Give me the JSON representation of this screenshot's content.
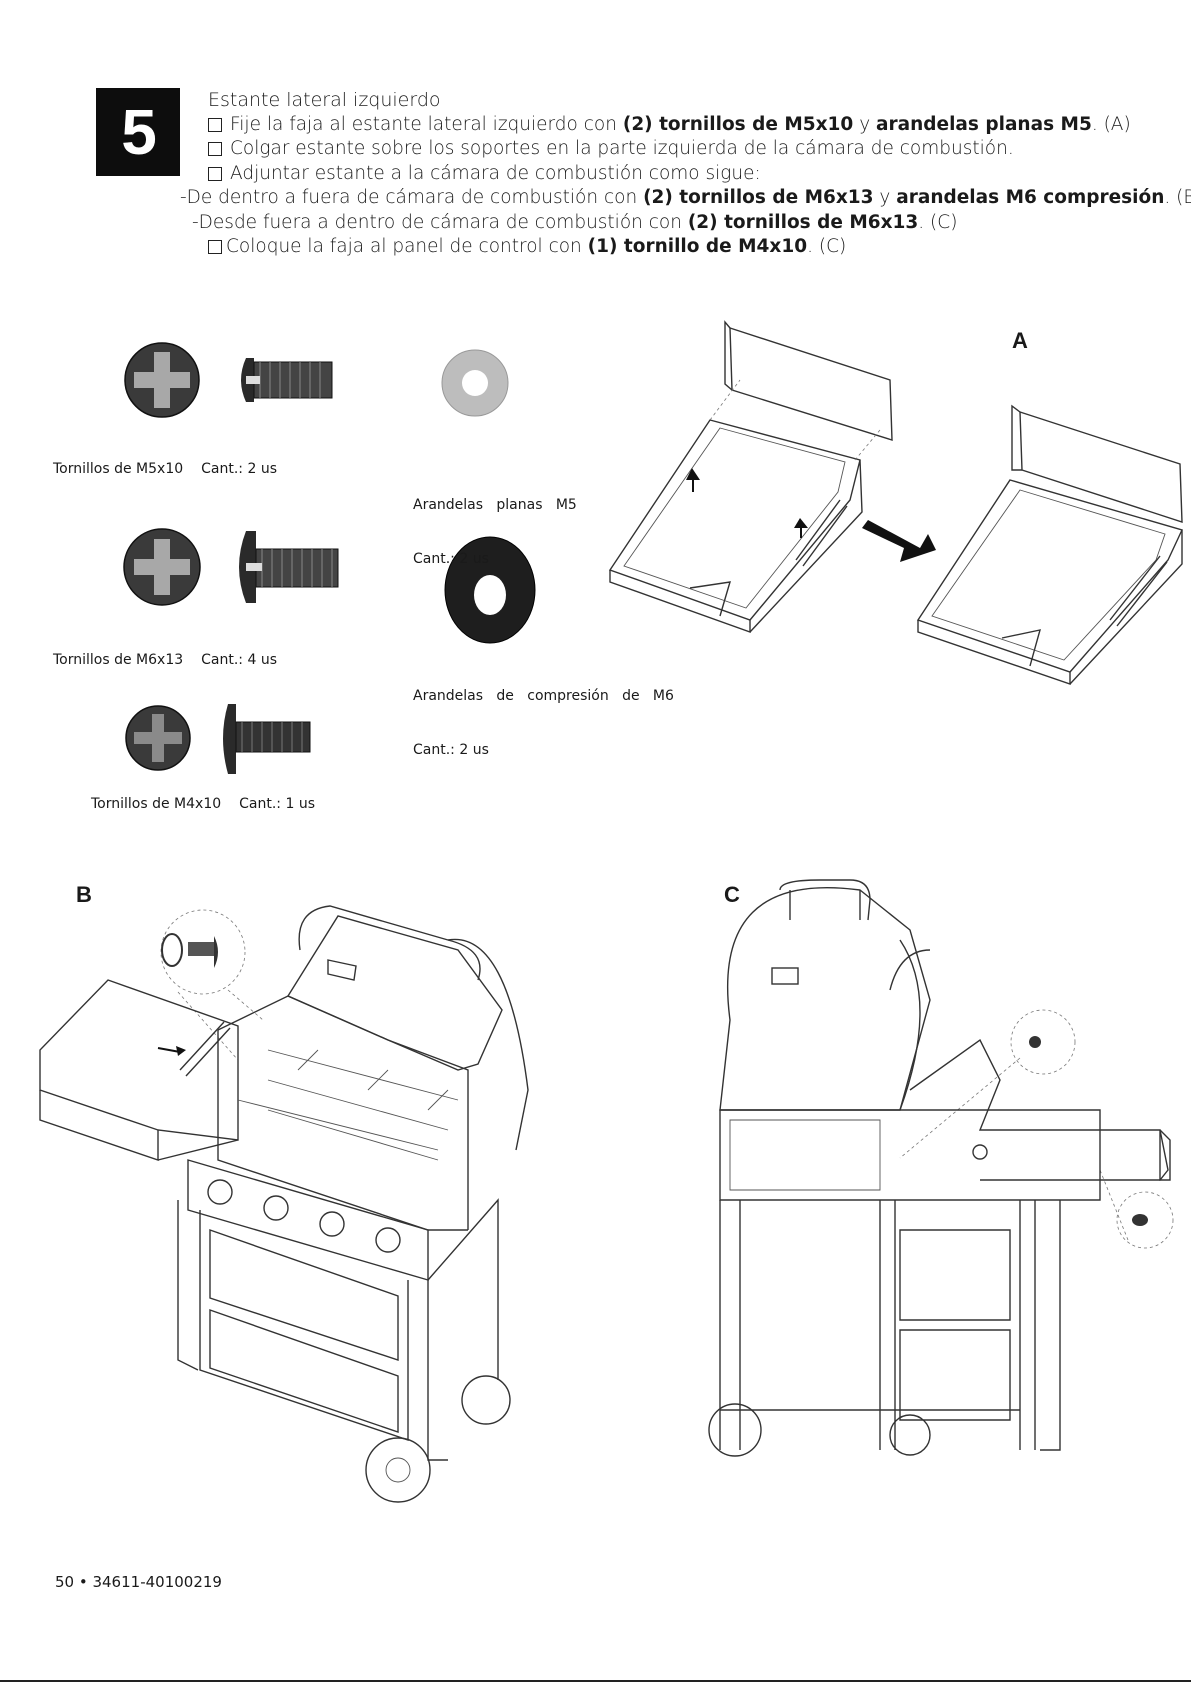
{
  "step": {
    "number": "5"
  },
  "instructions": {
    "title": "Estante lateral izquierdo",
    "line1": {
      "a": "Fije la faja al estante lateral izquierdo con ",
      "b": "(2) tornillos de M5x10",
      "c": " y ",
      "d": "arandelas planas M5",
      "e": ". (A)"
    },
    "line2": "Colgar estante sobre los soportes en la parte izquierda de la cámara de combustión.",
    "line3": "Adjuntar estante a la cámara de combustión como sigue:",
    "line4": {
      "a": "-De dentro a fuera de cámara de combustión con ",
      "b": "(2) tornillos de M6x13",
      "c": " y ",
      "d": "arandelas M6 compresión",
      "e": ". (B)"
    },
    "line5": {
      "a": "-Desde fuera a dentro de cámara de combustión con ",
      "b": "(2) tornillos de M6x13",
      "c": ". (C)"
    },
    "line6": {
      "a": "Coloque la faja al panel de control con ",
      "b": "(1) tornillo de M4x10",
      "c": ". (C)"
    }
  },
  "hardware": [
    {
      "name": "Tornillos de M5x10",
      "qty": "Cant.: 2 us"
    },
    {
      "name": "Arandelas   planas   M5",
      "qty": "Cant.: 2 us"
    },
    {
      "name": "Tornillos de M6x13",
      "qty": "Cant.: 4 us"
    },
    {
      "name": "Arandelas   de   compresión   de   M6",
      "qty": "Cant.: 2 us"
    },
    {
      "name": "Tornillos de M4x10",
      "qty": "Cant.: 1 us"
    }
  ],
  "diagrams": {
    "a": "A",
    "b": "B",
    "c": "C"
  },
  "footer": "50 • 34611-40100219"
}
